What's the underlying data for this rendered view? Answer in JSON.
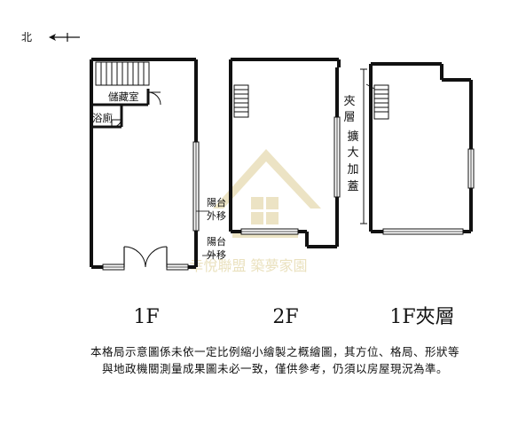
{
  "compass": {
    "label": "北"
  },
  "floor_1f": {
    "title": "1F",
    "room_storage": "儲藏室",
    "room_bath": "浴廁",
    "balcony_upper_line1": "陽台",
    "balcony_upper_line2": "外移",
    "balcony_lower_line1": "陽台",
    "balcony_lower_line2": "外移"
  },
  "floor_2f": {
    "title": "2F"
  },
  "floor_mezz": {
    "title": "1F夾層",
    "annotation": [
      "夾",
      "層",
      "擴",
      "大",
      "加",
      "蓋"
    ]
  },
  "watermark": {
    "text": "幸悅聯盟 築夢家園",
    "color": "#d9c98a"
  },
  "disclaimer": {
    "line1": "本格局示意圖係未依一定比例縮小繪製之概繪圖，其方位、格局、形狀等",
    "line2": "與地政機關測量成果圖未必一致，僅供參考，仍須以房屋現況為準。"
  }
}
